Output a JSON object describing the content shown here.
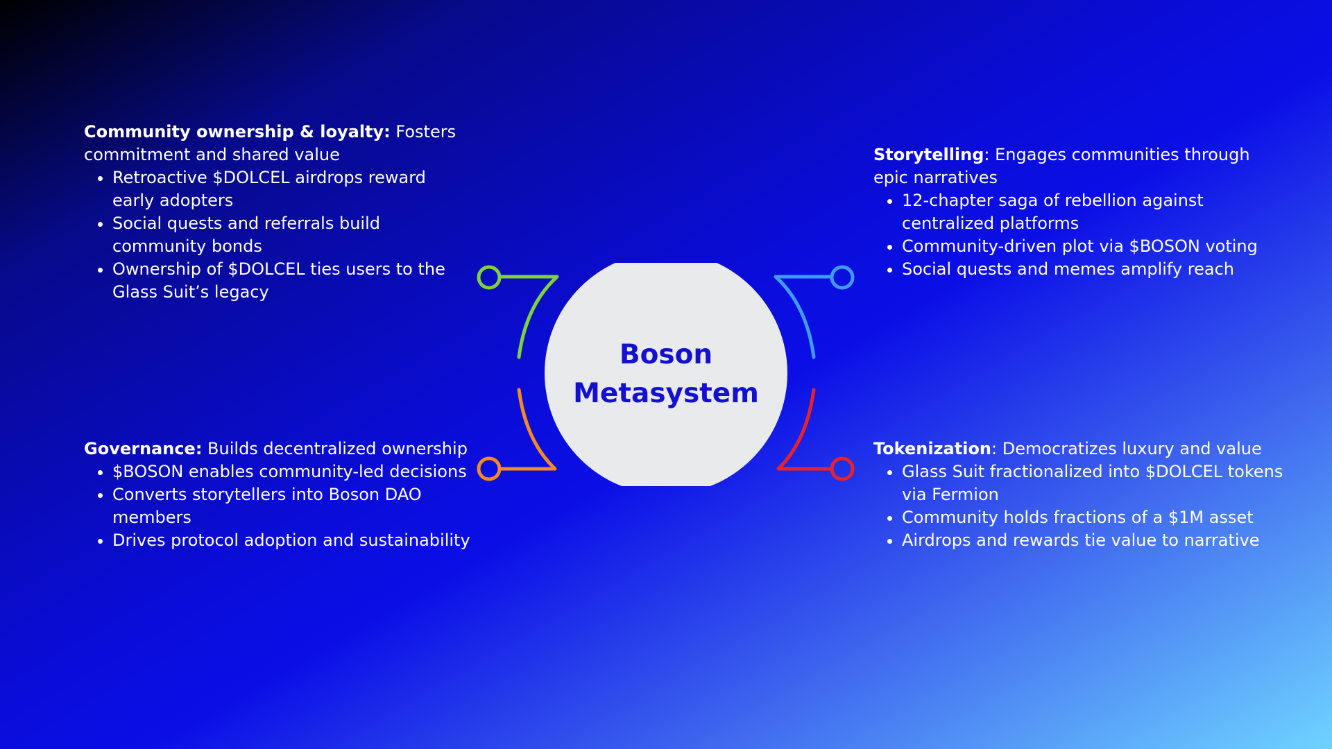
{
  "center": {
    "title_line1": "Boson",
    "title_line2": "Metasystem"
  },
  "colors": {
    "circle_fill": "#e9eaec",
    "title": "#1410cf",
    "community_accent": "#7ed23a",
    "storytelling_accent": "#3f9cf5",
    "governance_accent": "#f58a1f",
    "tokenization_accent": "#e8222a"
  },
  "community": {
    "heading": "Community ownership & loyalty:",
    "description": " Fosters commitment and shared value",
    "bullets": [
      "Retroactive $DOLCEL airdrops reward early adopters",
      "Social quests and referrals build community bonds",
      "Ownership of $DOLCEL ties users to the Glass Suit’s legacy"
    ]
  },
  "storytelling": {
    "heading": "Storytelling",
    "description": ": Engages communities through epic narratives",
    "bullets": [
      "12-chapter saga of rebellion against centralized platforms",
      "Community-driven plot via $BOSON voting",
      "Social quests and memes amplify reach"
    ]
  },
  "governance": {
    "heading": "Governance:",
    "description": " Builds decentralized ownership",
    "bullets": [
      "$BOSON enables community-led decisions",
      "Converts storytellers into Boson DAO members",
      "Drives protocol adoption and sustainability"
    ]
  },
  "tokenization": {
    "heading": "Tokenization",
    "description": ": Democratizes luxury and value",
    "bullets": [
      "Glass Suit fractionalized into $DOLCEL tokens via Fermion",
      "Community holds fractions of a $1M asset",
      "Airdrops and rewards tie value to narrative"
    ]
  }
}
